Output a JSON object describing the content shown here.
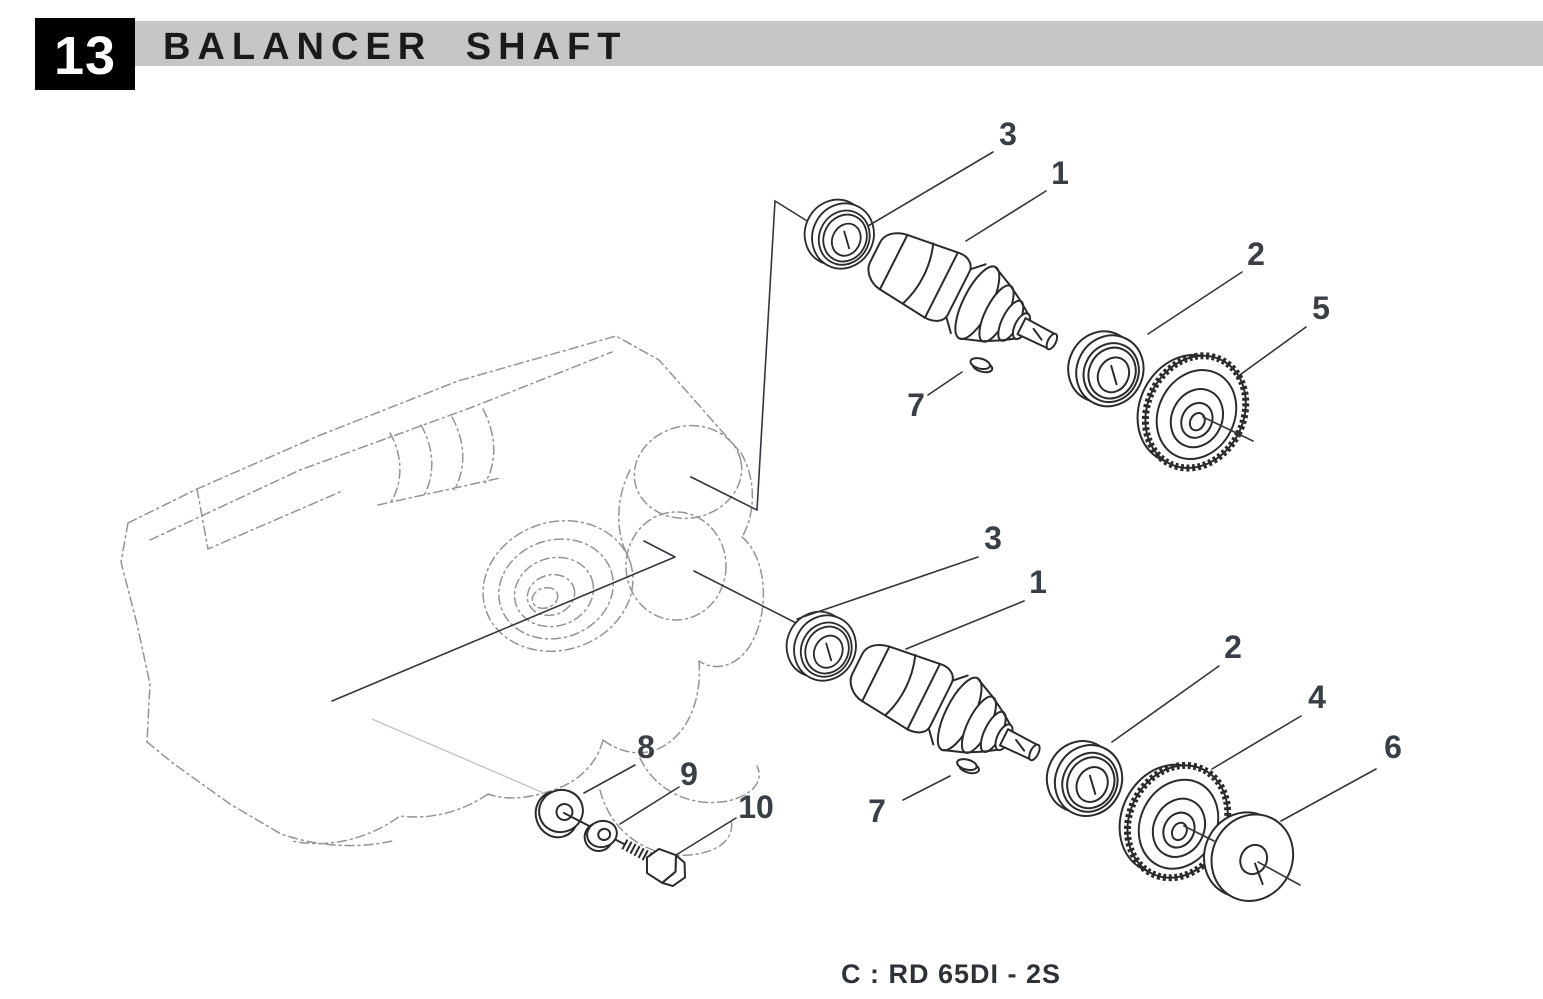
{
  "header": {
    "section_number": "13",
    "title": "BALANCER SHAFT"
  },
  "diagram": {
    "caption": "C : RD 65DI - 2S",
    "callouts": [
      {
        "label": "3",
        "assembly": "upper"
      },
      {
        "label": "1",
        "assembly": "upper"
      },
      {
        "label": "2",
        "assembly": "upper"
      },
      {
        "label": "5",
        "assembly": "upper"
      },
      {
        "label": "7",
        "assembly": "upper"
      },
      {
        "label": "3",
        "assembly": "lower"
      },
      {
        "label": "1",
        "assembly": "lower"
      },
      {
        "label": "2",
        "assembly": "lower"
      },
      {
        "label": "4",
        "assembly": "lower"
      },
      {
        "label": "6",
        "assembly": "lower"
      },
      {
        "label": "7",
        "assembly": "lower"
      },
      {
        "label": "8",
        "assembly": "lower"
      },
      {
        "label": "9",
        "assembly": "lower"
      },
      {
        "label": "10",
        "assembly": "lower"
      }
    ]
  },
  "colors": {
    "header_box_bg": "#000000",
    "header_box_text": "#ffffff",
    "header_bar_bg": "#c6c6c6",
    "drawing_line": "#2b2b2b",
    "phantom_line": "#949494",
    "callout_text": "#3a3e45"
  }
}
